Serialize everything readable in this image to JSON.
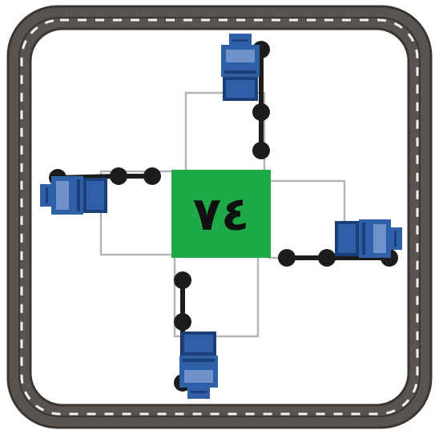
{
  "board": {
    "center_number": "٧٤",
    "center_color": "#1faa4a",
    "road_color": "#595450",
    "road_edge_color": "#3a3632",
    "road_dash_color": "#f4f1ea",
    "field_color": "#ffffff",
    "arm_outline_color": "#b4b4b4",
    "truck_color": "#2f5fa6",
    "truck_dark_color": "#1b3f7a",
    "truck_light_color": "#6f92cc",
    "peg_color": "#1c1c1c",
    "peg_link_color": "#1c1c1c"
  },
  "pieces": [
    {
      "name": "truck-top",
      "direction": "up"
    },
    {
      "name": "truck-left",
      "direction": "left"
    },
    {
      "name": "truck-right",
      "direction": "right"
    },
    {
      "name": "truck-bottom",
      "direction": "down"
    }
  ]
}
